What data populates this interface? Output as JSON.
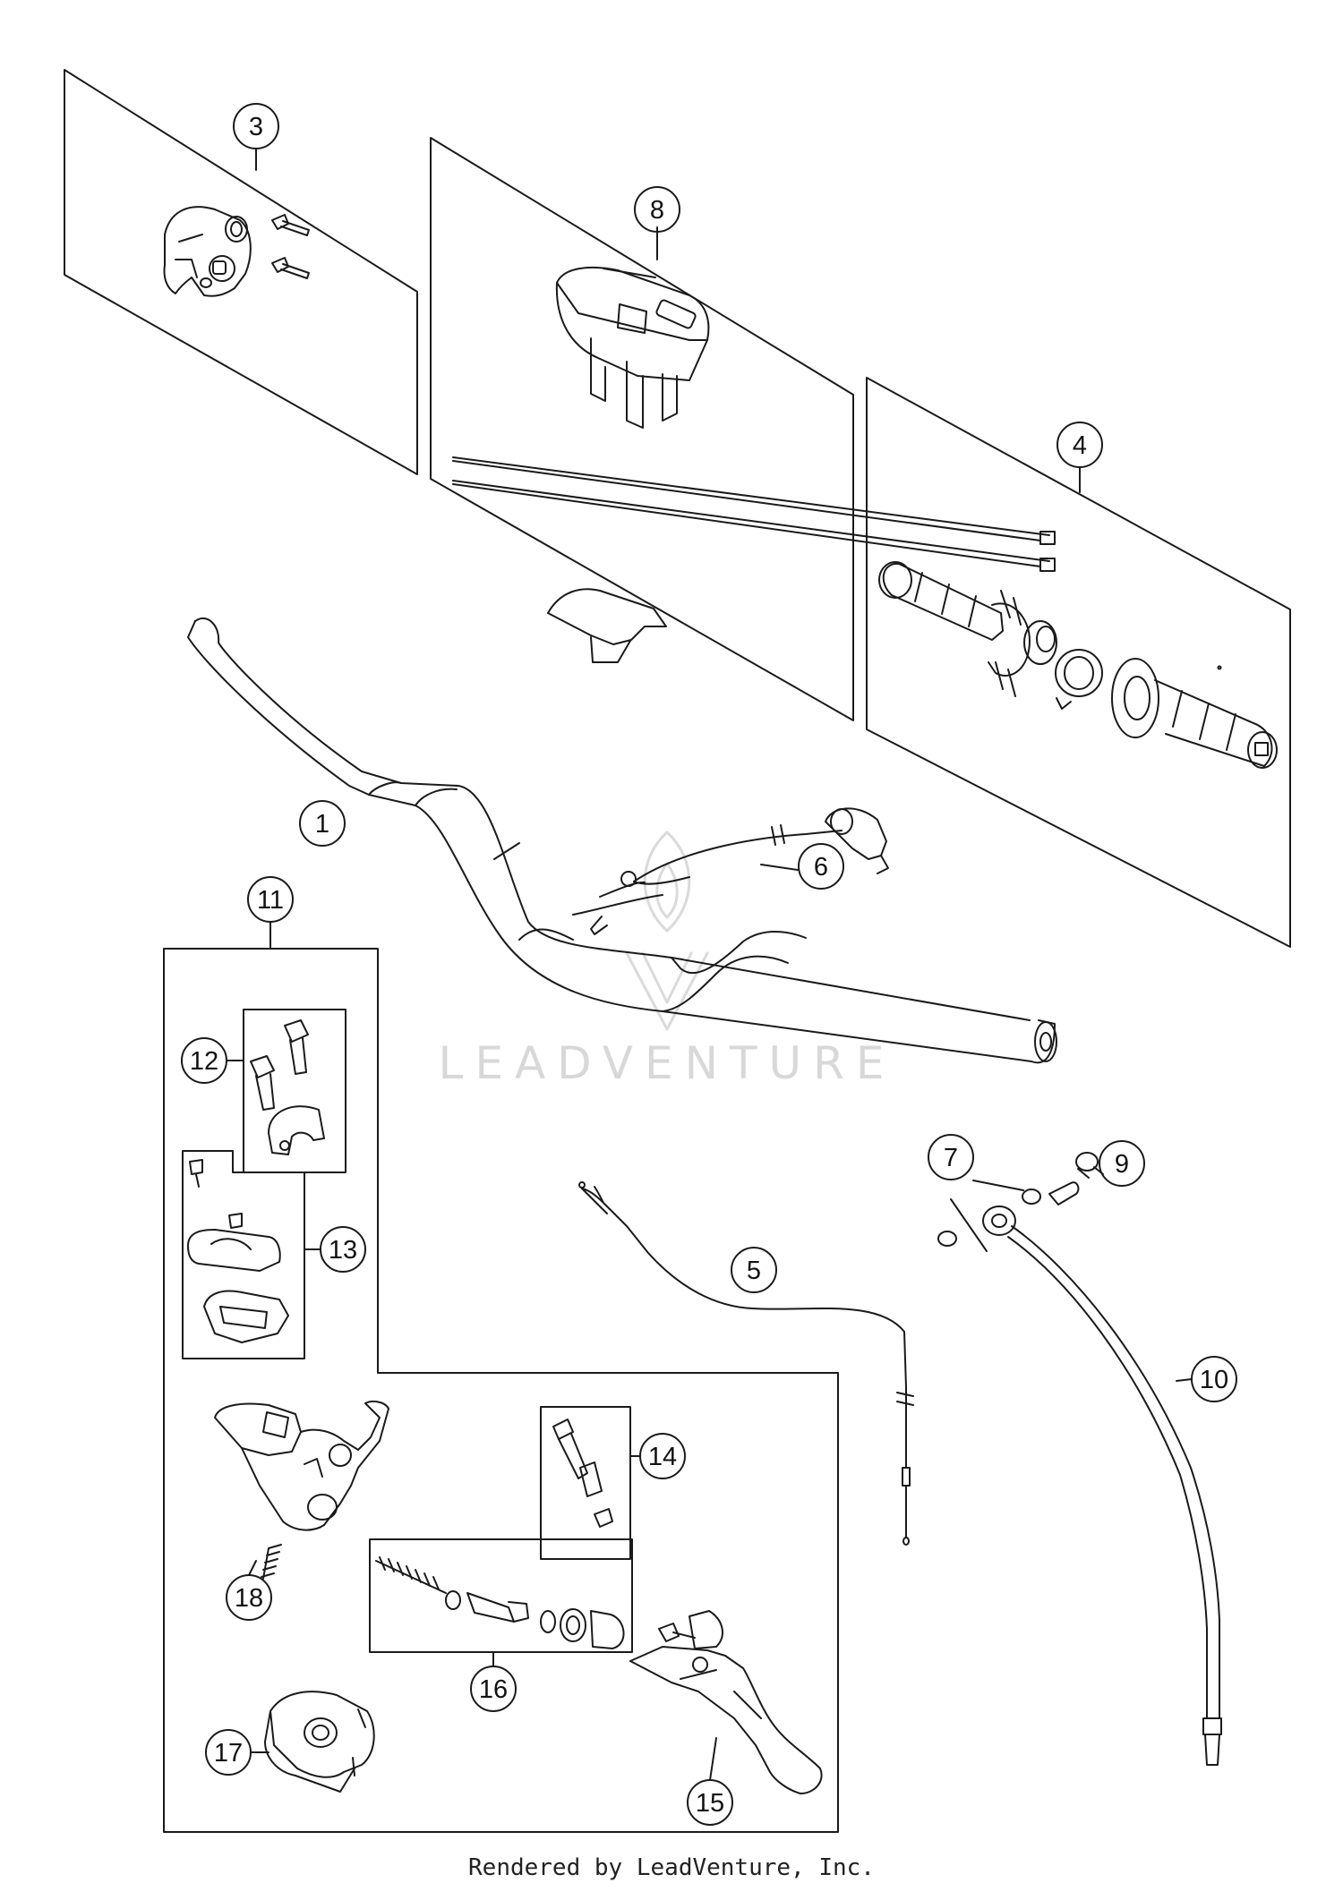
{
  "diagram": {
    "watermark": "LEADVENTURE",
    "footer": "Rendered by LeadVenture, Inc.",
    "callouts": [
      "1",
      "3",
      "4",
      "5",
      "6",
      "7",
      "8",
      "9",
      "10",
      "11",
      "12",
      "13",
      "14",
      "15",
      "16",
      "17",
      "18"
    ],
    "colors": {
      "line": "#1a1a1a",
      "watermark": "#d8d8d8",
      "background": "#ffffff"
    }
  }
}
